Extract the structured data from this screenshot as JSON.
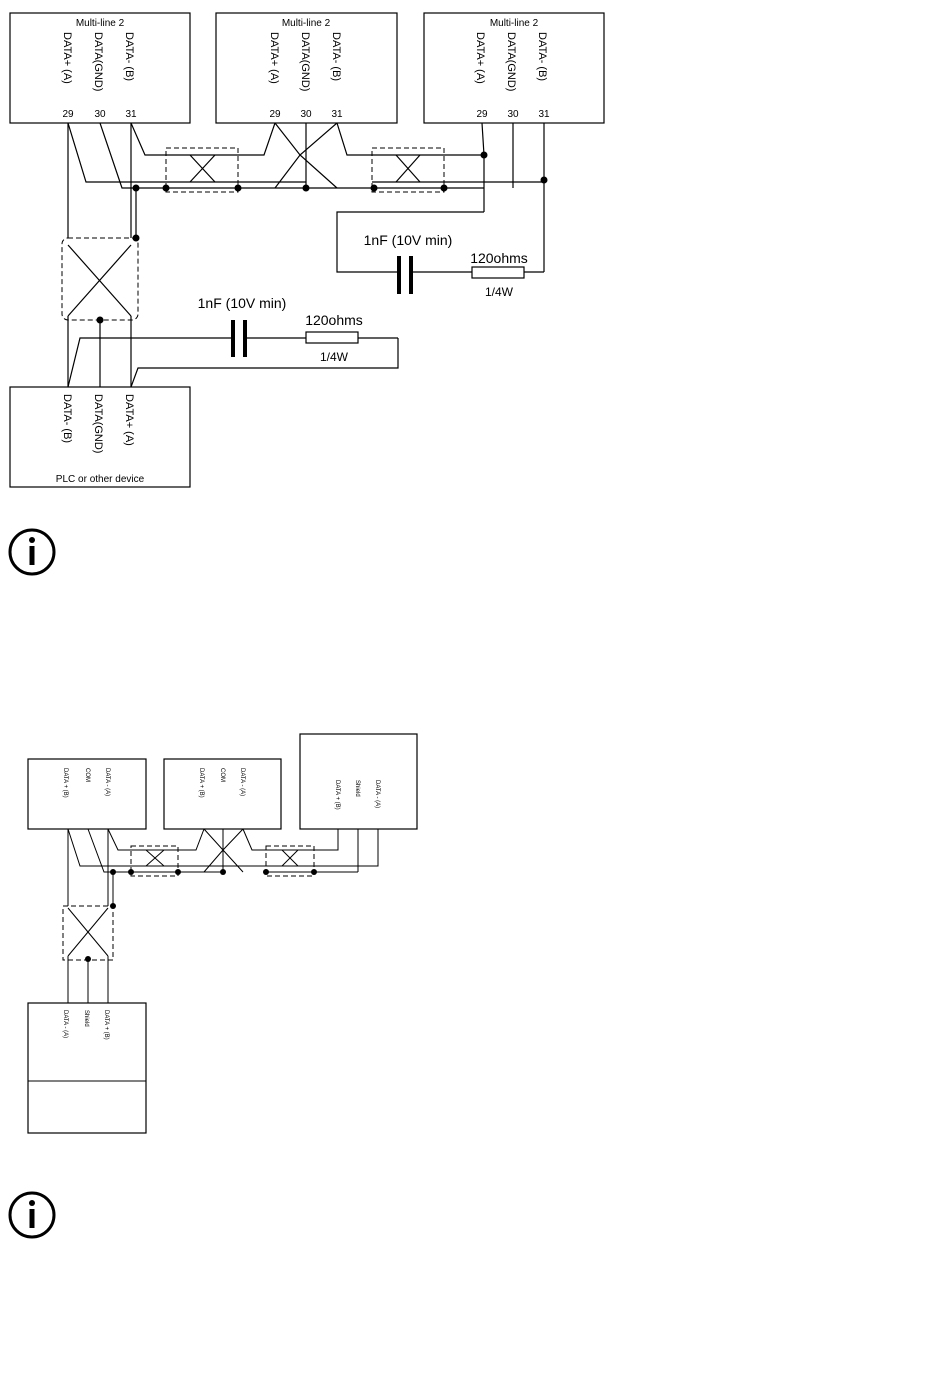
{
  "diagram1": {
    "devices": [
      {
        "title": "Multi-line 2",
        "pins": [
          "DATA+ (A)",
          "DATA(GND)",
          "DATA- (B)"
        ],
        "numbers": [
          "29",
          "30",
          "31"
        ]
      },
      {
        "title": "Multi-line 2",
        "pins": [
          "DATA+ (A)",
          "DATA(GND)",
          "DATA- (B)"
        ],
        "numbers": [
          "29",
          "30",
          "31"
        ]
      },
      {
        "title": "Multi-line 2",
        "pins": [
          "DATA+ (A)",
          "DATA(GND)",
          "DATA- (B)"
        ],
        "numbers": [
          "29",
          "30",
          "31"
        ]
      }
    ],
    "plc": {
      "title": "PLC or other device",
      "pins": [
        "DATA- (B)",
        "DATA(GND)",
        "DATA+ (A)"
      ]
    },
    "termination_top": {
      "capacitor": "1nF (10V min)",
      "resistor": "120ohms",
      "rating": "1/4W"
    },
    "termination_bottom": {
      "capacitor": "1nF (10V min)",
      "resistor": "120ohms",
      "rating": "1/4W"
    }
  },
  "diagram2": {
    "devices": [
      {
        "pins": [
          "DATA + (B)",
          "COM",
          "DATA - (A)"
        ]
      },
      {
        "pins": [
          "DATA + (B)",
          "COM",
          "DATA - (A)"
        ]
      },
      {
        "pins": [
          "DATA + (B)",
          "Shield",
          "DATA - (A)"
        ]
      }
    ],
    "plc": {
      "pins": [
        "DATA - (A)",
        "Shield",
        "DATA + (B)"
      ]
    }
  },
  "icons": [
    "info-icon",
    "info-icon"
  ]
}
